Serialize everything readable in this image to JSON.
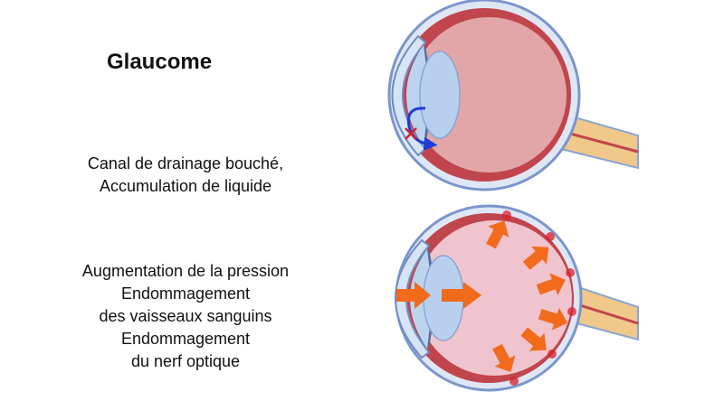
{
  "title": "Glaucome",
  "caption_top": [
    "Canal de drainage bouché,",
    "Accumulation de liquide"
  ],
  "caption_bottom": [
    "Augmentation de la pression",
    "Endommagement",
    "des vaisseaux sanguins",
    "Endommagement",
    "du nerf optique"
  ],
  "colors": {
    "sclera_outline": "#7a96cc",
    "choroid": "#c0454c",
    "vitreous": "#e2a6a8",
    "vitreous_pressure": "#f0c4ce",
    "optic_nerve": "#f0c98a",
    "cornea": "#d6e4f4",
    "lens": "#b8d0ee",
    "pressure_arrow": "#f26a1b",
    "flow_arrow": "#1d3bd6",
    "blockage": "#d81f2a"
  }
}
